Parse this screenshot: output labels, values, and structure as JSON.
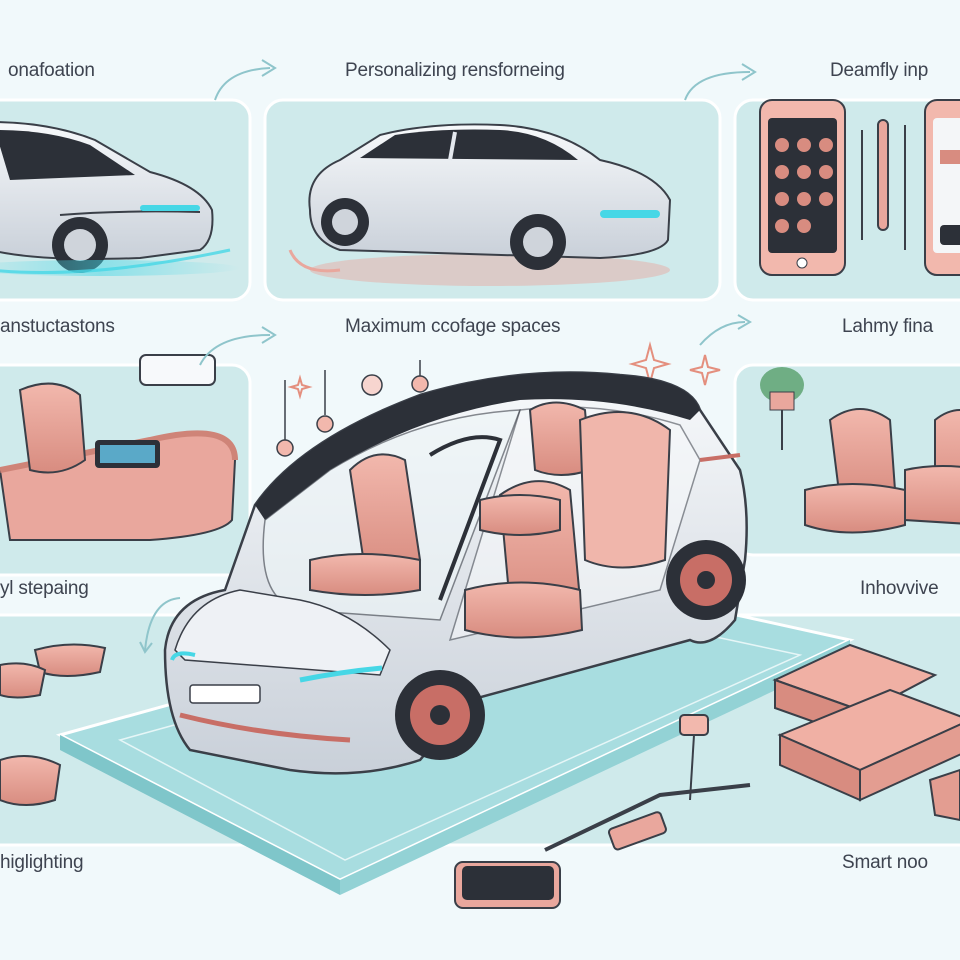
{
  "labels": {
    "top_left": "onafoation",
    "top_center": "Personalizing rensforneing",
    "top_right": "Deamfly inp",
    "mid_left": "anstuctastons",
    "mid_center": "Maximum ccofage spaces",
    "mid_right": "Lahmy fina",
    "lower_left": "yl stepaing",
    "lower_right": "Inhovvive",
    "bottom_left": "higlighting",
    "bottom_right": "Smart noo"
  },
  "colors": {
    "background": "#f1f9fb",
    "panel": "#cfeaeb",
    "panel_border": "#ffffff",
    "car_body": "#e4e8ee",
    "car_dark": "#2c3038",
    "seat": "#e9a79d",
    "seat_shade": "#cf8478",
    "accent_cyan": "#46d7e6",
    "outline": "#3a3f48"
  },
  "icons": [
    "arrow-icon",
    "sparkle-icon",
    "light-bulb-icon",
    "smartphone-icon",
    "plant-icon"
  ]
}
